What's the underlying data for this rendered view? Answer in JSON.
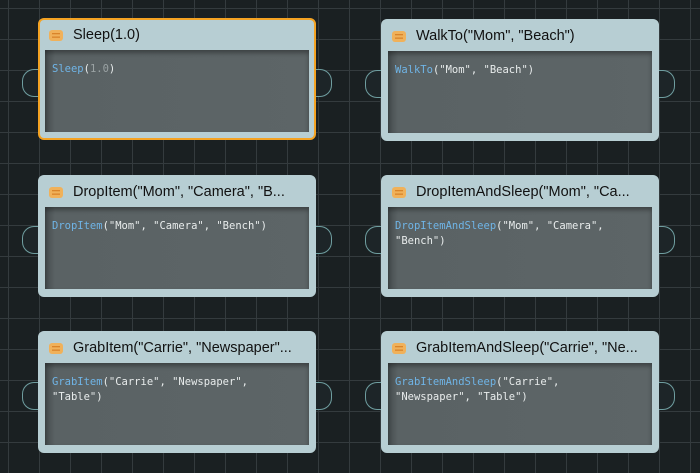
{
  "canvas": {
    "grid_color": "#343b3e",
    "background": "#1a2022"
  },
  "colors": {
    "selected_border": "#f4a323",
    "function_name": "#6fb4e6",
    "node_background": "#b7ced3"
  },
  "nodes": [
    {
      "title": "Sleep(1.0)",
      "selected": true,
      "code": {
        "function": "Sleep",
        "open": "(",
        "args": "1.0",
        "close": ")"
      },
      "icon": "action-node-icon"
    },
    {
      "title": "WalkTo(\"Mom\", \"Beach\")",
      "selected": false,
      "code": {
        "function": "WalkTo",
        "rest": "(\"Mom\", \"Beach\")"
      },
      "icon": "action-node-icon"
    },
    {
      "title": "DropItem(\"Mom\", \"Camera\", \"B...",
      "selected": false,
      "code": {
        "function": "DropItem",
        "rest": "(\"Mom\", \"Camera\", \"Bench\")"
      },
      "icon": "action-node-icon"
    },
    {
      "title": "DropItemAndSleep(\"Mom\", \"Ca...",
      "selected": false,
      "code": {
        "function": "DropItemAndSleep",
        "rest": "(\"Mom\", \"Camera\",\n\"Bench\")"
      },
      "icon": "action-node-icon"
    },
    {
      "title": "GrabItem(\"Carrie\", \"Newspaper\"...",
      "selected": false,
      "code": {
        "function": "GrabItem",
        "rest": "(\"Carrie\", \"Newspaper\",\n\"Table\")"
      },
      "icon": "action-node-icon"
    },
    {
      "title": "GrabItemAndSleep(\"Carrie\", \"Ne...",
      "selected": false,
      "code": {
        "function": "GrabItemAndSleep",
        "rest": "(\"Carrie\",\n\"Newspaper\", \"Table\")"
      },
      "icon": "action-node-icon"
    }
  ]
}
